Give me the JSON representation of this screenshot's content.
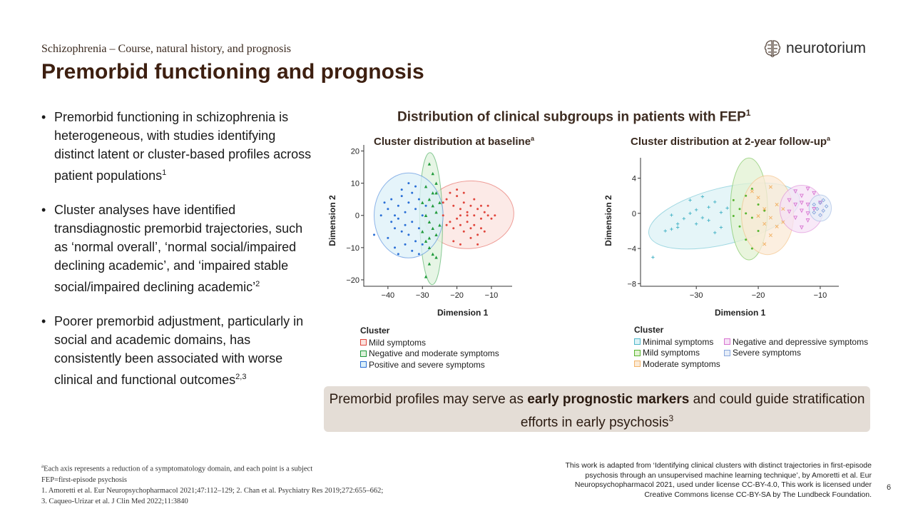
{
  "header": {
    "subtitle": "Schizophrenia – Course, natural history, and prognosis",
    "title": "Premorbid functioning and prognosis",
    "logo_text": "neurotorium"
  },
  "bullets": [
    {
      "text": "Premorbid functioning in schizophrenia is heterogeneous, with studies identifying distinct latent or cluster-based profiles across patient populations",
      "sup": "1"
    },
    {
      "text": "Cluster analyses have identified transdiagnostic premorbid trajectories, such as ‘normal overall’, ‘normal social/impaired declining academic’, and ‘impaired stable social/impaired declining academic’",
      "sup": "2"
    },
    {
      "text": "Poorer premorbid adjustment, particularly in social and academic domains, has consistently been associated with worse clinical and functional outcomes",
      "sup": "2,3"
    }
  ],
  "figure": {
    "title": "Distribution of clinical subgroups in patients with FEP",
    "title_sup": "1"
  },
  "chart_data": [
    {
      "type": "scatter",
      "title": "Cluster distribution at baseline",
      "title_sup": "a",
      "xlabel": "Dimension 1",
      "ylabel": "Dimension 2",
      "xlim": [
        -47,
        -4
      ],
      "ylim": [
        -22,
        21
      ],
      "xticks": [
        -40,
        -30,
        -20,
        -10
      ],
      "yticks": [
        20,
        10,
        0,
        -10,
        -20
      ],
      "legend_title": "Cluster",
      "series": [
        {
          "name": "Mild symptoms",
          "color": "#e0463c",
          "fill": "#fbe3df",
          "marker": "square-dot",
          "ellipse": {
            "cx": -16.5,
            "cy": 0.2,
            "rx": 13,
            "ry": 10.5,
            "angle": -4
          },
          "points": [
            [
              -23,
              5
            ],
            [
              -22,
              7
            ],
            [
              -21,
              3
            ],
            [
              -20,
              6
            ],
            [
              -19,
              2
            ],
            [
              -18,
              4
            ],
            [
              -17,
              1
            ],
            [
              -16,
              3
            ],
            [
              -15,
              0
            ],
            [
              -14,
              2
            ],
            [
              -13,
              -1
            ],
            [
              -12,
              1
            ],
            [
              -11,
              0
            ],
            [
              -10,
              -1
            ],
            [
              -22,
              -2
            ],
            [
              -21,
              -4
            ],
            [
              -20,
              -1
            ],
            [
              -19,
              -3
            ],
            [
              -18,
              -5
            ],
            [
              -17,
              -2
            ],
            [
              -16,
              -4
            ],
            [
              -15,
              -3
            ],
            [
              -14,
              -6
            ],
            [
              -13,
              -4
            ],
            [
              -12,
              -5
            ],
            [
              -24,
              0
            ],
            [
              -23,
              -3
            ],
            [
              -24,
              4
            ],
            [
              -20,
              8
            ],
            [
              -18,
              7
            ],
            [
              -15,
              5
            ],
            [
              -13,
              3
            ],
            [
              -11,
              3
            ],
            [
              -9,
              0
            ],
            [
              -21,
              -8
            ],
            [
              -19,
              -9
            ],
            [
              -16,
              -7
            ],
            [
              -14,
              -9
            ],
            [
              -17,
              0
            ],
            [
              -19,
              0
            ]
          ]
        },
        {
          "name": "Negative and moderate symptoms",
          "color": "#1f9a3a",
          "fill": "#def2dc",
          "marker": "triangle",
          "ellipse": {
            "cx": -27.5,
            "cy": -1,
            "rx": 3.3,
            "ry": 20.5,
            "angle": -1
          },
          "points": [
            [
              -28,
              16
            ],
            [
              -27,
              13
            ],
            [
              -29,
              9
            ],
            [
              -26,
              7
            ],
            [
              -28,
              5
            ],
            [
              -27,
              3
            ],
            [
              -26,
              1
            ],
            [
              -29,
              0
            ],
            [
              -28,
              -2
            ],
            [
              -27,
              -4
            ],
            [
              -26,
              -6
            ],
            [
              -29,
              -8
            ],
            [
              -28,
              -10
            ],
            [
              -27,
              -12
            ],
            [
              -26,
              -13
            ],
            [
              -28,
              -15
            ],
            [
              -29,
              -19
            ],
            [
              -26,
              10
            ],
            [
              -25,
              4
            ],
            [
              -25,
              -3
            ],
            [
              -30,
              4
            ],
            [
              -30,
              -5
            ],
            [
              -27,
              7
            ],
            [
              -28,
              -7
            ]
          ]
        },
        {
          "name": "Positive and severe symptoms",
          "color": "#2a6fd6",
          "fill": "#dcf0f8",
          "marker": "dot",
          "ellipse": {
            "cx": -34,
            "cy": 0,
            "rx": 10,
            "ry": 13.2,
            "angle": 0
          },
          "points": [
            [
              -41,
              4
            ],
            [
              -40,
              2
            ],
            [
              -39,
              5
            ],
            [
              -38,
              0
            ],
            [
              -37,
              3
            ],
            [
              -36,
              6
            ],
            [
              -35,
              1
            ],
            [
              -34,
              4
            ],
            [
              -33,
              7
            ],
            [
              -32,
              2
            ],
            [
              -31,
              5
            ],
            [
              -30,
              0
            ],
            [
              -39,
              -2
            ],
            [
              -38,
              -4
            ],
            [
              -37,
              -1
            ],
            [
              -36,
              -5
            ],
            [
              -35,
              -3
            ],
            [
              -34,
              -6
            ],
            [
              -33,
              -2
            ],
            [
              -32,
              -8
            ],
            [
              -31,
              -4
            ],
            [
              -30,
              -9
            ],
            [
              -36,
              8
            ],
            [
              -34,
              10
            ],
            [
              -32,
              9
            ],
            [
              -35,
              -9
            ],
            [
              -33,
              -11
            ],
            [
              -38,
              -10
            ],
            [
              -42,
              0
            ],
            [
              -29,
              3
            ],
            [
              -44,
              -6
            ],
            [
              -31,
              -12
            ],
            [
              -40,
              -7
            ],
            [
              -37,
              -12
            ]
          ]
        }
      ]
    },
    {
      "type": "scatter",
      "title": "Cluster distribution at 2-year follow-up",
      "title_sup": "a",
      "xlabel": "Dimension 1",
      "ylabel": "Dimension 2",
      "xlim": [
        -39,
        -7
      ],
      "ylim": [
        -8.3,
        6
      ],
      "xticks": [
        -30,
        -20,
        -10
      ],
      "yticks": [
        4,
        0,
        -4,
        -8
      ],
      "legend_title": "Cluster",
      "series": [
        {
          "name": "Minimal symptoms",
          "color": "#4fb7c9",
          "fill": "#dcf2f6",
          "marker": "plus",
          "ellipse": {
            "cx": -25.5,
            "cy": -0.3,
            "rx": 12.5,
            "ry": 3.2,
            "angle": -14
          },
          "points": [
            [
              -35,
              -2
            ],
            [
              -34,
              -1.8
            ],
            [
              -33,
              -1.2
            ],
            [
              -32,
              -0.6
            ],
            [
              -31,
              0
            ],
            [
              -30,
              0.4
            ],
            [
              -29,
              -0.5
            ],
            [
              -28,
              0.7
            ],
            [
              -27,
              1.3
            ],
            [
              -26,
              0.1
            ],
            [
              -33,
              -1.6
            ],
            [
              -30,
              -1.2
            ],
            [
              -28,
              -0.8
            ],
            [
              -26,
              -1.6
            ],
            [
              -31,
              1.5
            ],
            [
              -29,
              1.9
            ],
            [
              -27,
              -2.2
            ],
            [
              -37,
              -5
            ],
            [
              -25,
              0.6
            ],
            [
              -34,
              -0.2
            ]
          ]
        },
        {
          "name": "Mild symptoms",
          "color": "#58b531",
          "fill": "#e2f2d2",
          "marker": "square-dot",
          "ellipse": {
            "cx": -21.5,
            "cy": 0.5,
            "rx": 3,
            "ry": 5.8,
            "angle": 0
          },
          "points": [
            [
              -24,
              1.5
            ],
            [
              -23,
              0.5
            ],
            [
              -22,
              2
            ],
            [
              -21,
              -0.5
            ],
            [
              -20,
              1
            ],
            [
              -23,
              -1.5
            ],
            [
              -22,
              -3
            ],
            [
              -21,
              2.8
            ],
            [
              -20,
              -2
            ],
            [
              -24,
              -0.3
            ],
            [
              -22,
              0
            ],
            [
              -21,
              -4
            ],
            [
              -19,
              0.3
            ]
          ]
        },
        {
          "name": "Moderate symptoms",
          "color": "#f2b46a",
          "fill": "#fbead6",
          "marker": "x",
          "ellipse": {
            "cx": -18.5,
            "cy": -0.2,
            "rx": 4.2,
            "ry": 4.5,
            "angle": 0
          },
          "points": [
            [
              -21,
              2.5
            ],
            [
              -20,
              1.8
            ],
            [
              -19,
              0.5
            ],
            [
              -18,
              -0.5
            ],
            [
              -17,
              -1.5
            ],
            [
              -18,
              -2.5
            ],
            [
              -19,
              -3.5
            ],
            [
              -16,
              -1
            ],
            [
              -17,
              1
            ],
            [
              -20,
              -0.3
            ],
            [
              -16,
              0.5
            ],
            [
              -18,
              3
            ],
            [
              -19,
              -1.2
            ]
          ]
        },
        {
          "name": "Negative and depressive symptoms",
          "color": "#d874d1",
          "fill": "#f6e2f6",
          "marker": "triangle-down",
          "ellipse": {
            "cx": -13,
            "cy": 0.5,
            "rx": 3.5,
            "ry": 2.7,
            "angle": 0
          },
          "points": [
            [
              -15,
              1.5
            ],
            [
              -14,
              2.5
            ],
            [
              -13,
              2
            ],
            [
              -12,
              1
            ],
            [
              -11,
              2.3
            ],
            [
              -13,
              0.3
            ],
            [
              -14,
              -0.5
            ],
            [
              -12,
              -0.8
            ],
            [
              -15,
              0.2
            ],
            [
              -11,
              0.5
            ],
            [
              -13,
              -1.6
            ],
            [
              -12,
              2.8
            ],
            [
              -14,
              1
            ],
            [
              -10,
              1.2
            ],
            [
              -12,
              0
            ],
            [
              -13,
              1.2
            ]
          ]
        },
        {
          "name": "Severe symptoms",
          "color": "#8aa8dc",
          "fill": "#e6edf8",
          "marker": "diamond",
          "ellipse": {
            "cx": -10,
            "cy": 0.6,
            "rx": 1.8,
            "ry": 1.5,
            "angle": 0
          },
          "points": [
            [
              -11,
              1
            ],
            [
              -10.5,
              0.5
            ],
            [
              -10,
              1.2
            ],
            [
              -9.5,
              0.3
            ],
            [
              -9,
              0.8
            ],
            [
              -10,
              -0.2
            ],
            [
              -11,
              0.1
            ],
            [
              -9.5,
              1.5
            ]
          ]
        }
      ]
    }
  ],
  "callout": {
    "text_before": "Premorbid profiles may serve as ",
    "text_bold": "early prognostic markers",
    "text_after": " and could guide stratification efforts in early psychosis",
    "sup": "3"
  },
  "footnotes": {
    "note_a_sup": "a",
    "note_a": "Each axis represents a reduction of a symptomatology domain, and each point is a subject",
    "abbrev": "FEP=first-episode psychosis",
    "ref1": "1. Amoretti et al. Eur Neuropsychopharmacol 2021;47:112–129; 2. Chan et al. Psychiatry Res 2019;272:655–662;",
    "ref2": "3. Caqueo-Urizar et al. J Clin Med 2022;11:3840"
  },
  "license": "This work is adapted from ‘Identifying clinical clusters with distinct trajectories in first-episode psychosis through an unsupervised machine learning technique’, by Amoretti et al. Eur Neuropsychopharmacol 2021, used under license CC-BY-4.0, This work is licensed under Creative Commons license CC-BY-SA by The Lundbeck Foundation.",
  "page_number": "6"
}
